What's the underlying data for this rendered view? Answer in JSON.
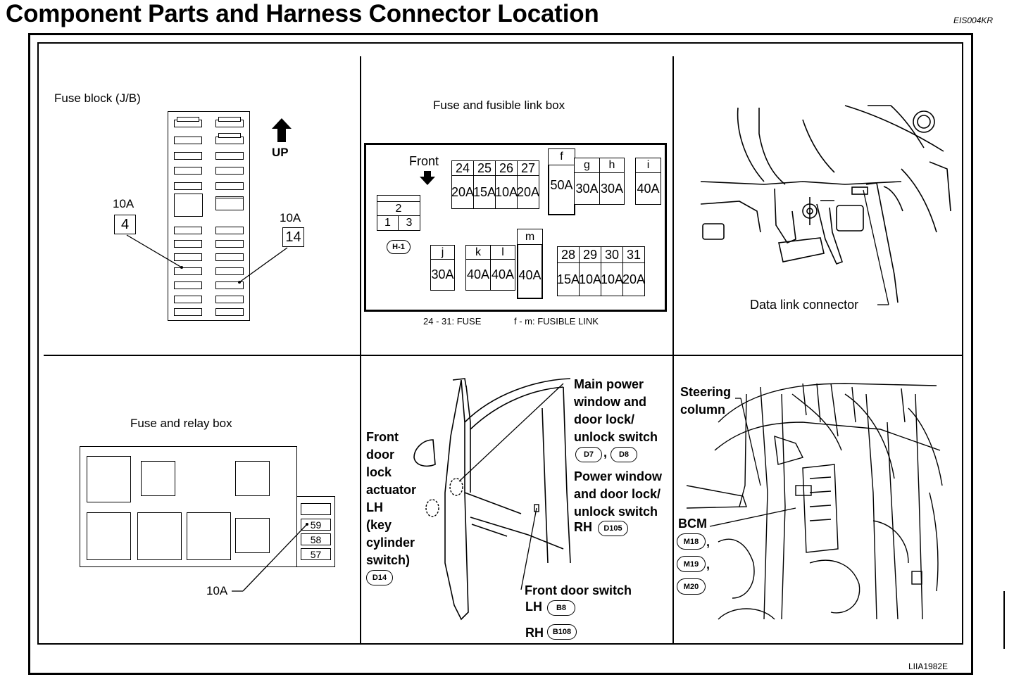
{
  "header": {
    "title": "Component Parts and Harness Connector Location",
    "doc_code": "EIS004KR"
  },
  "figure_code": "LIIA1982E",
  "fuse_block": {
    "title": "Fuse block (J/B)",
    "up_label": "UP",
    "callout_left": {
      "amp": "10A",
      "number": "4"
    },
    "callout_right": {
      "amp": "10A",
      "number": "14"
    }
  },
  "fusible_link_box": {
    "title": "Fuse and fusible link box",
    "front_label": "Front",
    "connector_tag": "H-1",
    "relay_top": "2",
    "relay_bottom": [
      "1",
      "3"
    ],
    "fuse_group_1": [
      {
        "no": "24",
        "amp": "20A"
      },
      {
        "no": "25",
        "amp": "15A"
      },
      {
        "no": "26",
        "amp": "10A"
      },
      {
        "no": "27",
        "amp": "20A"
      }
    ],
    "link_f": {
      "no": "f",
      "amp": "50A"
    },
    "links_gh": [
      {
        "no": "g",
        "amp": "30A"
      },
      {
        "no": "h",
        "amp": "30A"
      }
    ],
    "link_i": {
      "no": "i",
      "amp": "40A"
    },
    "links_jkl": [
      {
        "no": "j",
        "amp": "30A"
      },
      {
        "no": "k",
        "amp": "40A"
      },
      {
        "no": "l",
        "amp": "40A"
      }
    ],
    "link_m": {
      "no": "m",
      "amp": "40A"
    },
    "fuse_group_2": [
      {
        "no": "28",
        "amp": "15A"
      },
      {
        "no": "29",
        "amp": "10A"
      },
      {
        "no": "30",
        "amp": "10A"
      },
      {
        "no": "31",
        "amp": "20A"
      }
    ],
    "legend_fuse": "24 - 31: FUSE",
    "legend_link": "f - m: FUSIBLE LINK"
  },
  "data_link": {
    "label": "Data link connector"
  },
  "relay_box": {
    "title": "Fuse and relay box",
    "fuses": [
      "59",
      "58",
      "57"
    ],
    "callout": "10A"
  },
  "door": {
    "actuator_lines": [
      "Front",
      "door",
      "lock",
      "actuator",
      "LH",
      "(key",
      "cylinder",
      "switch)"
    ],
    "actuator_connector": "D14",
    "main_switch_lines": [
      "Main power",
      "window and",
      "door lock/",
      "unlock switch"
    ],
    "main_switch_connectors": [
      "D7",
      "D8"
    ],
    "rh_switch_lines": [
      "Power window",
      "and door lock/",
      "unlock switch"
    ],
    "rh_switch_side": "RH",
    "rh_switch_connector": "D105",
    "door_switch_label": "Front door switch",
    "door_switch_lh": "LH",
    "door_switch_lh_connector": "B8",
    "door_switch_rh": "RH",
    "door_switch_rh_connector": "B108"
  },
  "steering": {
    "column_lines": [
      "Steering",
      "column"
    ],
    "bcm_label": "BCM",
    "bcm_connectors": [
      "M18",
      "M19",
      "M20"
    ]
  }
}
